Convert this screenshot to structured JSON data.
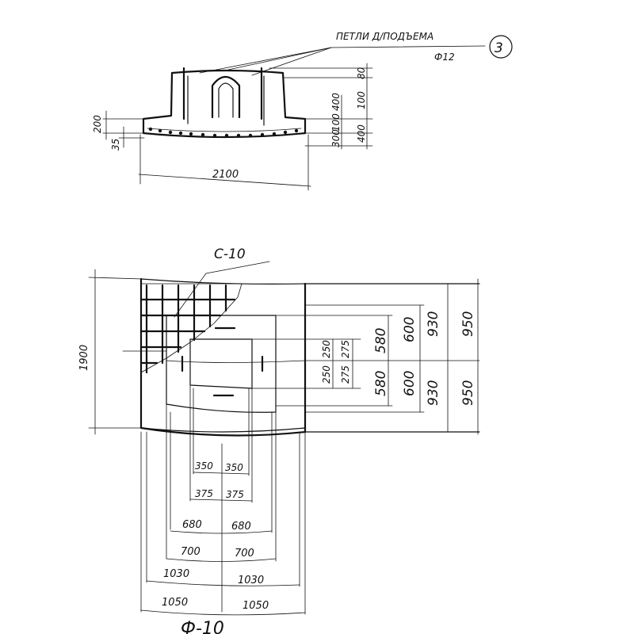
{
  "section": {
    "note": "ПЕТЛИ Д/ПОДЪЕМА",
    "note_dia": "Ф12",
    "callout": "3",
    "width": "2100",
    "left_dims": [
      "200",
      "35"
    ],
    "right_dims": [
      "80",
      "100",
      "400",
      "100",
      "300",
      "400"
    ]
  },
  "plan": {
    "mesh_label": "С-10",
    "height": "1900",
    "right_dims": [
      "930",
      "600",
      "580",
      "250",
      "275",
      "250",
      "275",
      "580",
      "600",
      "930",
      "950",
      "950"
    ],
    "bottom_dims": [
      "350",
      "350",
      "375",
      "375",
      "680",
      "680",
      "700",
      "700",
      "1030",
      "1030",
      "1050",
      "1050"
    ],
    "title": "Ф-10"
  }
}
